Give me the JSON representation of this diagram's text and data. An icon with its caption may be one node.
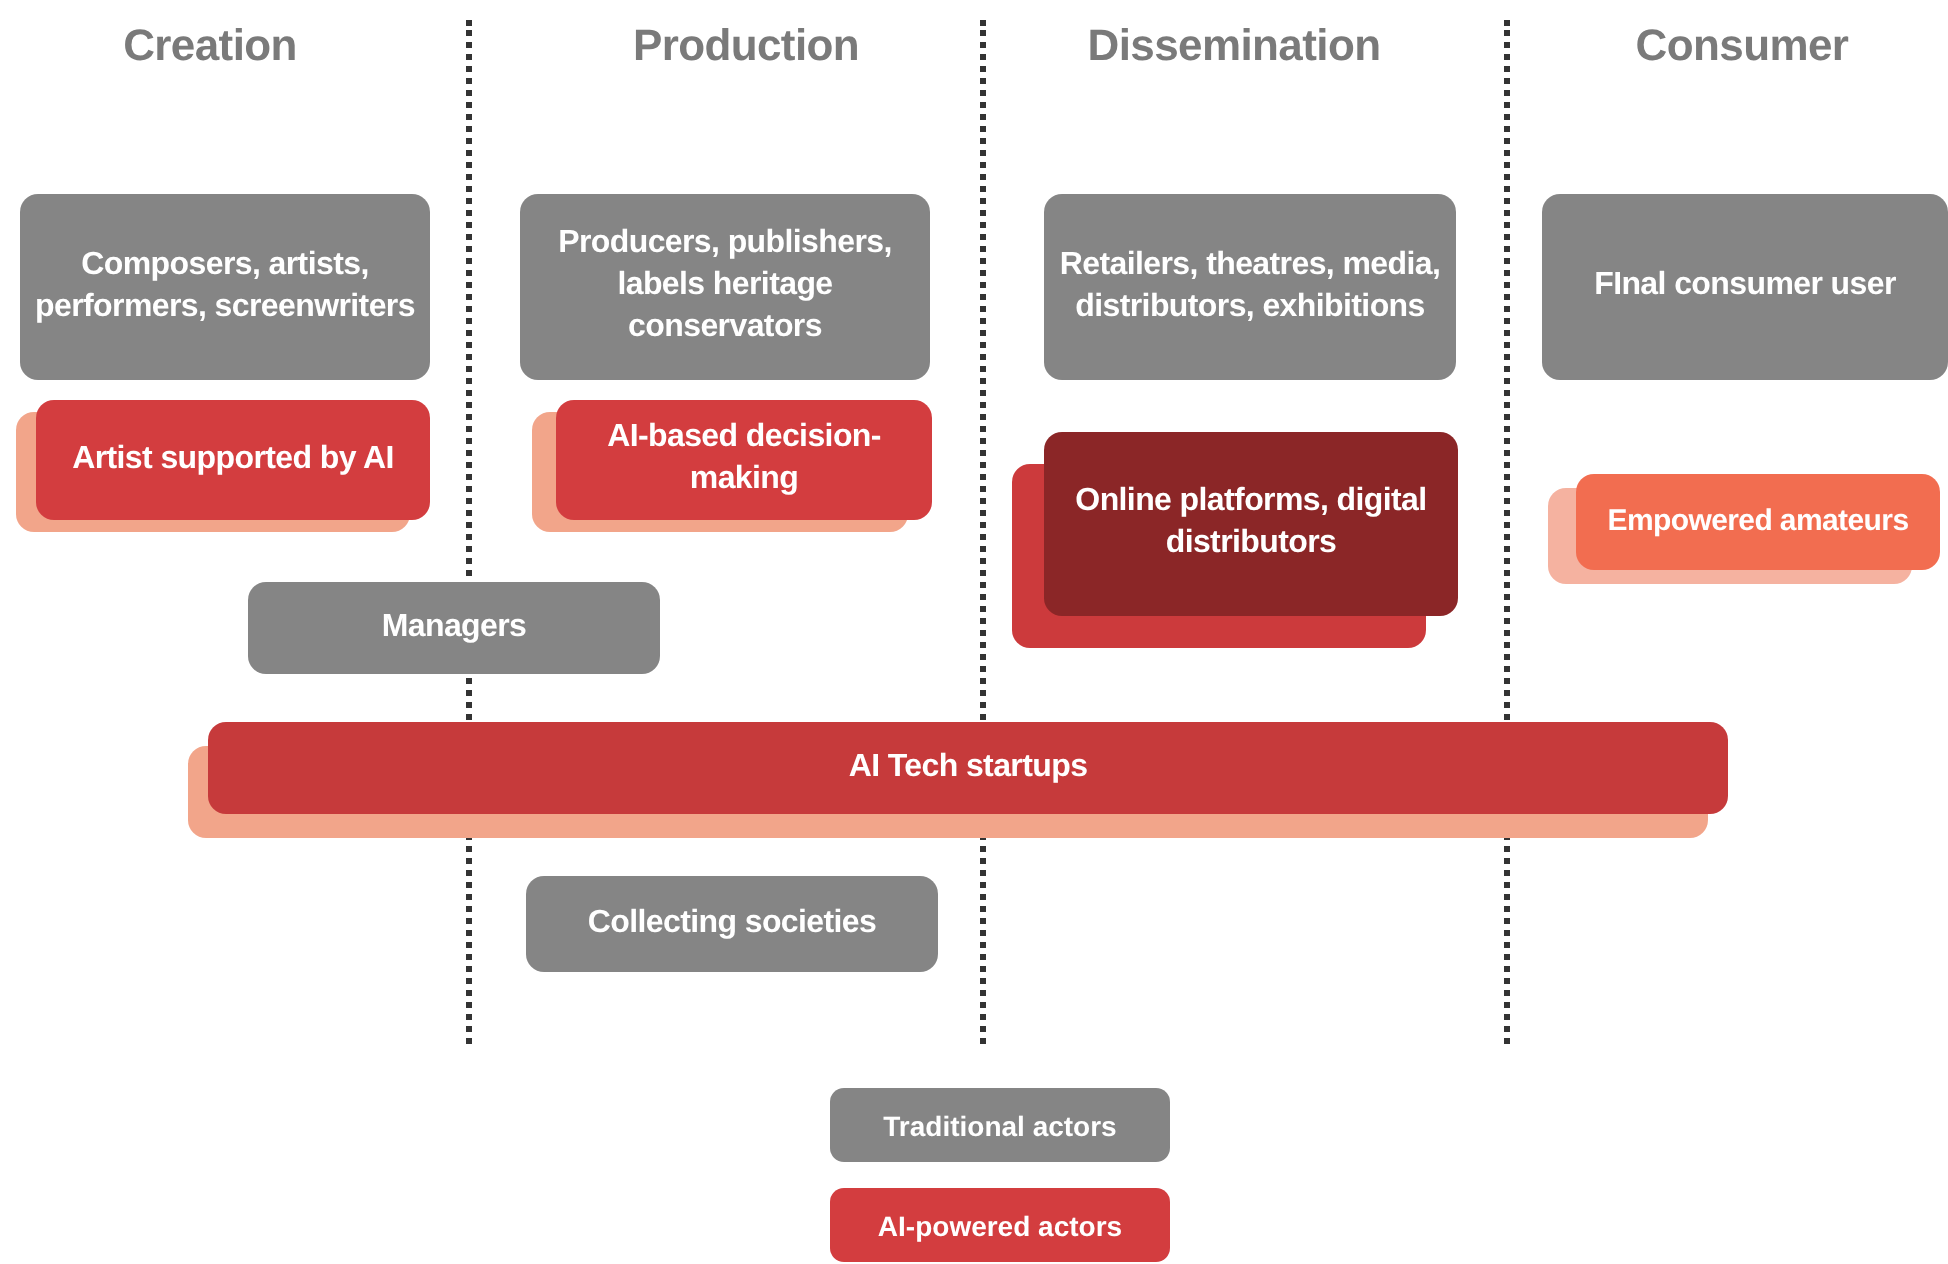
{
  "diagram": {
    "nodes": [
      {
        "text": [
          "Composers, artists, performers, screenwriters"
        ]
      },
      {
        "text": [
          "Artist supported by AI"
        ]
      },
      {
        "text": [
          "Producers, publishers, labels heritage conservators"
        ]
      },
      {
        "text": [
          "AI-based decision-making"
        ]
      },
      {
        "text": [
          "Retailers, theatres, media, distributors, exhibitions"
        ]
      },
      {
        "text": [
          "Online platforms, digital distributors"
        ]
      },
      {
        "text": [
          "FInal consumer user"
        ]
      },
      {
        "text": [
          "Empowered amateurs"
        ]
      },
      {
        "text": [
          "Managers"
        ]
      },
      {
        "text": [
          "AI Tech startups"
        ]
      },
      {
        "text": [
          "Collecting societies"
        ]
      }
    ],
    "edges": [],
    "labels": [
      "Creation",
      "Production",
      "Dissemination",
      "Consumer"
    ],
    "legend": [
      {
        "text": "Traditional actors",
        "color": "#858585"
      },
      {
        "text": "AI-powered actors",
        "color": "#d33d3f"
      }
    ]
  }
}
